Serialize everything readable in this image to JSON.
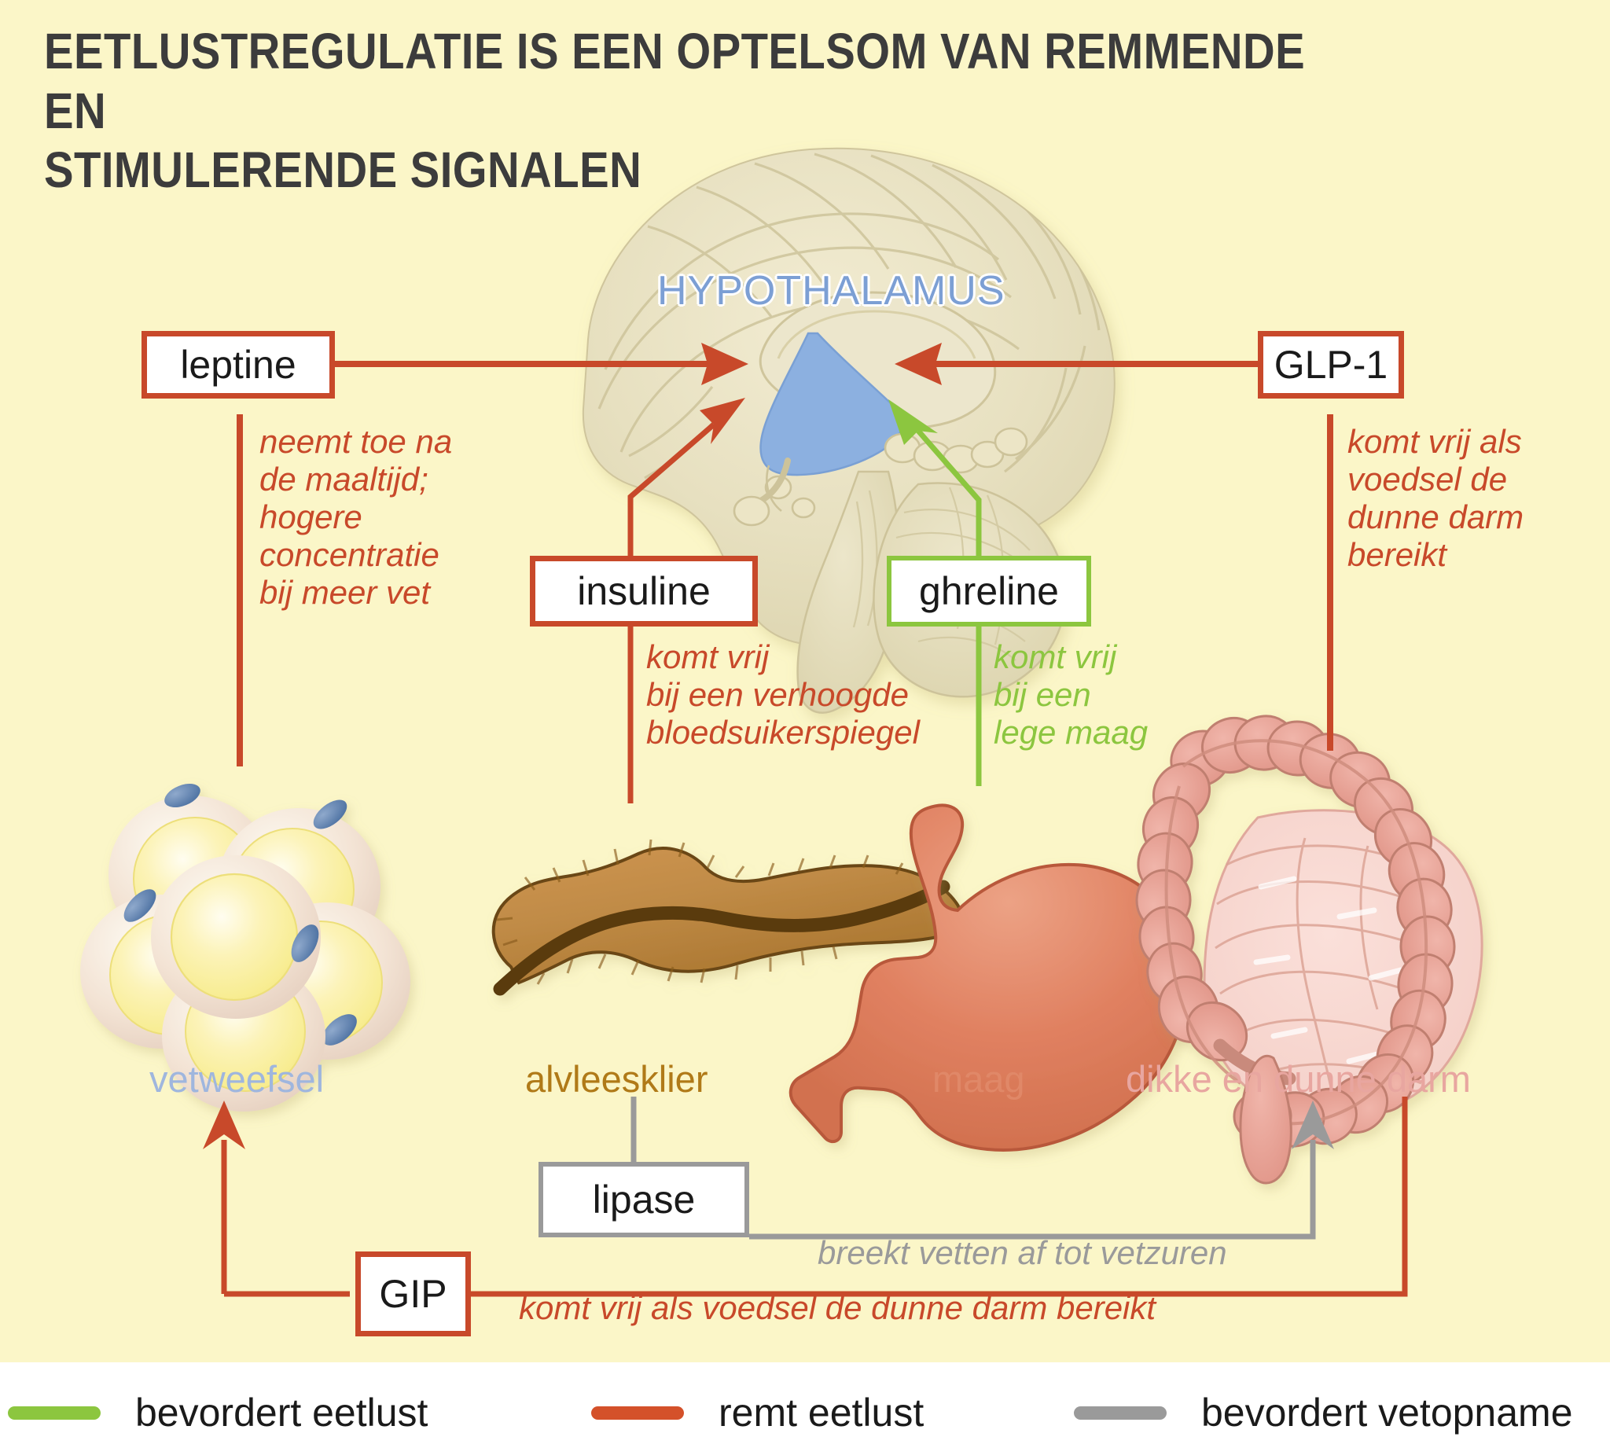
{
  "title": {
    "line1": "EETLUSTREGULATIE IS EEN OPTELSOM VAN REMMENDE EN",
    "line2": "STIMULERENDE SIGNALEN"
  },
  "brain": {
    "region_label": "HYPOTHALAMUS",
    "region_label_color": "#7c9fd4"
  },
  "nodes": {
    "leptine": "leptine",
    "glp1": "GLP-1",
    "insuline": "insuline",
    "ghreline": "ghreline",
    "lipase": "lipase",
    "gip": "GIP"
  },
  "annotations": {
    "leptine": "neemt toe na\nde maaltijd;\nhogere\nconcentratie\nbij meer vet",
    "insuline": "komt vrij\nbij een verhoogde\nbloedsuikerspiegel",
    "ghreline": "komt vrij\nbij een\nlege maag",
    "glp1": "komt vrij als\nvoedsel de\ndunne darm\nbereikt",
    "lipase": "breekt vetten af tot vetzuren",
    "gip": "komt vrij als voedsel de dunne darm bereikt"
  },
  "organs": [
    {
      "label": "vetweefsel",
      "color": "#9fb6de"
    },
    {
      "label": "alvleesklier",
      "color": "#b07a18"
    },
    {
      "label": "maag",
      "color": "#e08868"
    },
    {
      "label": "dikke en dunne darm",
      "color": "#e8a6a0"
    }
  ],
  "legend": [
    {
      "label": "bevordert eetlust",
      "color": "#8cc63f"
    },
    {
      "label": "remt eetlust",
      "color": "#d4512a"
    },
    {
      "label": "bevordert vetopname",
      "color": "#9a9a9a"
    }
  ],
  "colors": {
    "background": "#fbf6c8",
    "legend_background": "#ffffff",
    "inhibit_red": "#c8492a",
    "stimulate_green": "#8cc63f",
    "fat_uptake_grey": "#9a9a9a",
    "title_text": "#3c3c3c",
    "brain_fill": "#e8e2c4"
  }
}
